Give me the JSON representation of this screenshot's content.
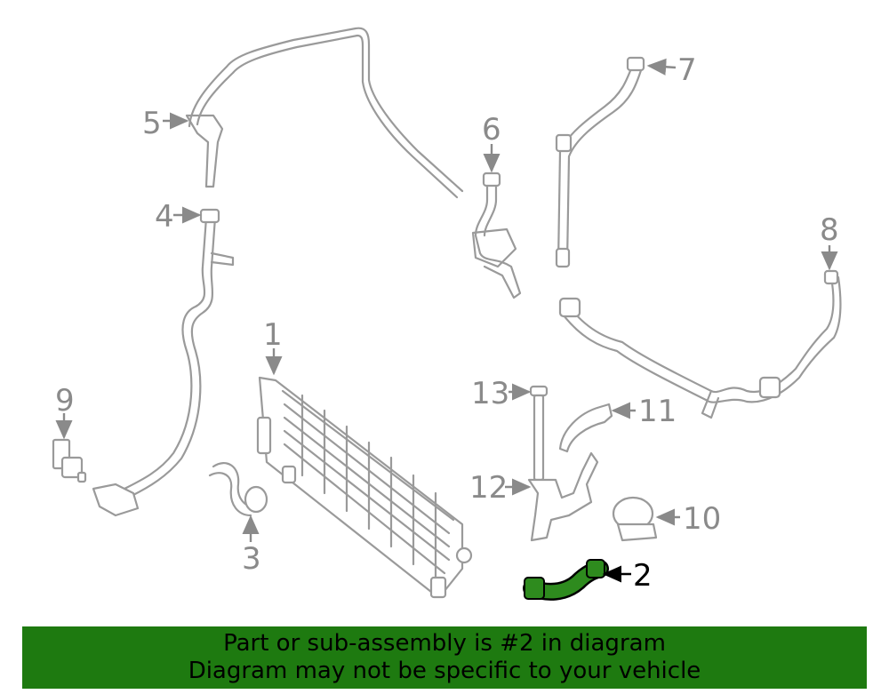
{
  "diagram": {
    "callouts": [
      {
        "id": "1",
        "label": "1"
      },
      {
        "id": "2",
        "label": "2"
      },
      {
        "id": "3",
        "label": "3"
      },
      {
        "id": "4",
        "label": "4"
      },
      {
        "id": "5",
        "label": "5"
      },
      {
        "id": "6",
        "label": "6"
      },
      {
        "id": "7",
        "label": "7"
      },
      {
        "id": "8",
        "label": "8"
      },
      {
        "id": "9",
        "label": "9"
      },
      {
        "id": "10",
        "label": "10"
      },
      {
        "id": "11",
        "label": "11"
      },
      {
        "id": "12",
        "label": "12"
      },
      {
        "id": "13",
        "label": "13"
      }
    ],
    "highlighted_part": "2",
    "highlight_color": "#2e8b1e"
  },
  "banner": {
    "line1": "Part or sub-assembly is #2 in diagram",
    "line2": "Diagram may not be specific to your vehicle",
    "background": "#1e7a10"
  }
}
